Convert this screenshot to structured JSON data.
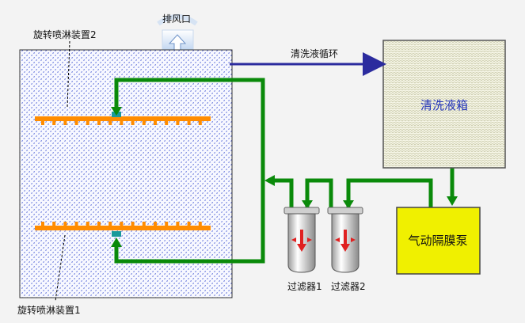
{
  "labels": {
    "exhaust": "排风口",
    "sprayer_top": "旋转喷淋装置2",
    "sprayer_bottom": "旋转喷淋装置1",
    "circulation": "清洗液循环",
    "tank": "清洗液箱",
    "pump": "气动隔膜泵",
    "filter1": "过滤器1",
    "filter2": "过滤器2"
  },
  "colors": {
    "background": "#f3f3f3",
    "chamber_dots": "#3a4fd0",
    "pipe": "#0a8a0a",
    "sprayer": "#ff8c00",
    "nozzle": "#1a9a9a",
    "arrow_blue": "#2b2b9e",
    "pump_fill": "#f0f000",
    "tank_fill": "#f5f5e6",
    "exhaust_fill": "#a8c8ee",
    "filter_arrow": "#e02020"
  },
  "icons": [
    "exhaust-up-arrow-icon",
    "filter-red-arrow-icon"
  ]
}
